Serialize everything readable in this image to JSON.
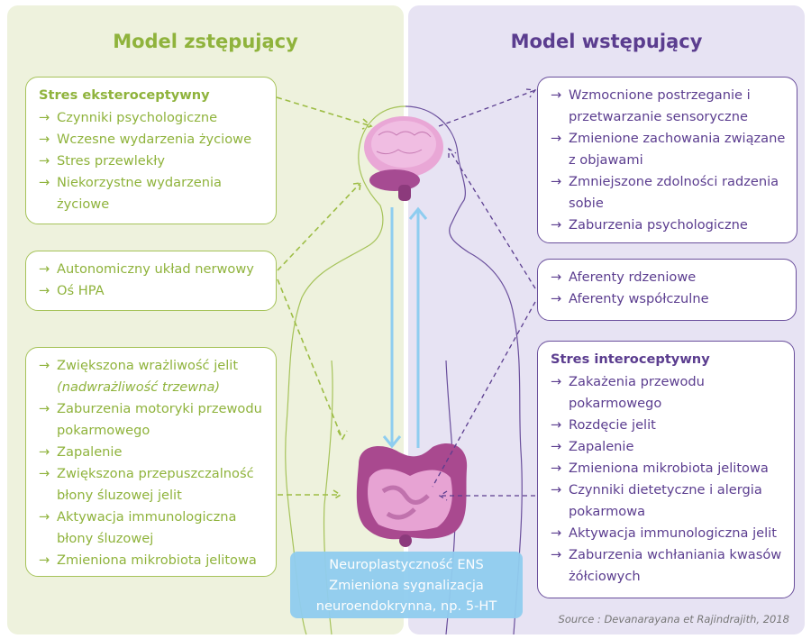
{
  "left": {
    "title": "Model zstępujący",
    "box1": {
      "heading": "Stres eksteroceptywny",
      "items": [
        "Czynniki psychologiczne",
        "Wczesne wydarzenia życiowe",
        "Stres przewlekły",
        "Niekorzystne wydarzenia życiowe"
      ]
    },
    "box2": {
      "items": [
        "Autonomiczny układ nerwowy",
        "Oś HPA"
      ]
    },
    "box3": {
      "items": [
        "Zwiększona wrażliwość jelit",
        "Zaburzenia motoryki przewodu pokarmowego",
        "Zapalenie",
        "Zwiększona przepuszczalność błony śluzowej jelit",
        "Aktywacja immunologiczna błony śluzowej",
        "Zmieniona mikrobiota jelitowa"
      ],
      "note": "(nadwrażliwość trzewna)"
    }
  },
  "right": {
    "title": "Model wstępujący",
    "box1": {
      "items": [
        "Wzmocnione postrzeganie i przetwarzanie sensoryczne",
        "Zmienione zachowania związane z objawami",
        "Zmniejszone zdolności radzenia sobie",
        "Zaburzenia psychologiczne"
      ]
    },
    "box2": {
      "items": [
        "Aferenty rdzeniowe",
        "Aferenty współczulne"
      ]
    },
    "box3": {
      "heading": "Stres interoceptywny",
      "items": [
        "Zakażenia przewodu pokarmowego",
        "Rozdęcie jelit",
        "Zapalenie",
        "Zmieniona mikrobiota jelitowa",
        "Czynniki dietetyczne i alergia pokarmowa",
        "Aktywacja immunologiczna jelit",
        "Zaburzenia wchłaniania kwasów żółciowych"
      ]
    }
  },
  "center": {
    "line1": "Neuroplastyczność ENS",
    "line2": "Zmieniona sygnalizacja",
    "line3": "neuroendokrynna, np. 5-HT"
  },
  "source": "Source : Devanarayana et Rajindrajith, 2018",
  "arrow_symbol": "→",
  "colors": {
    "green": "#8fb33c",
    "purple": "#5b3d8f",
    "blue": "#90cdef",
    "green_bg": "#eef2dd",
    "purple_bg": "#e7e3f3"
  }
}
